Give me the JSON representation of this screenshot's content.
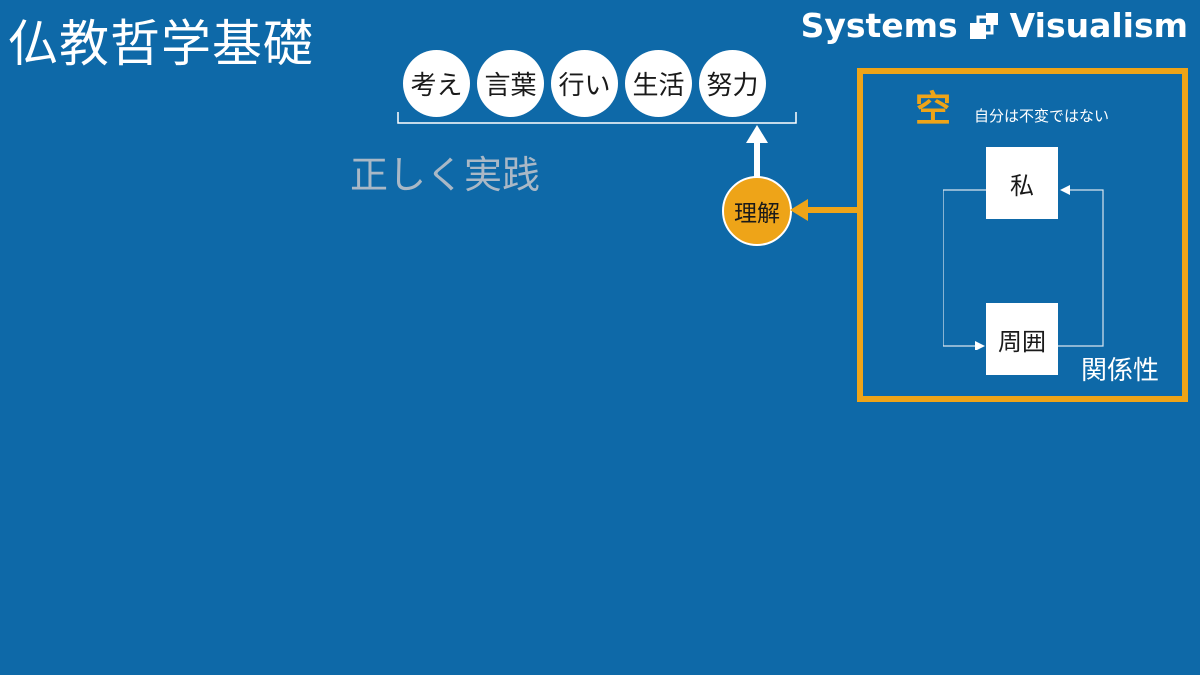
{
  "title": "仏教哲学基礎",
  "brand": {
    "name": "Systems Visualism",
    "left_text": "Systems",
    "right_text": "Visualism",
    "icon": "flowchart-icon"
  },
  "practices": [
    "考え",
    "言葉",
    "行い",
    "生活",
    "努力"
  ],
  "practice_label": "正しく実践",
  "understanding": "理解",
  "emptiness": {
    "heading": "空",
    "description": "自分は不変ではない",
    "nodes": {
      "self": "私",
      "surroundings": "周囲"
    },
    "relation_label": "関係性"
  },
  "colors": {
    "background": "#0e69a8",
    "accent": "#eea418",
    "white": "#ffffff",
    "muted_text": "#a9b8c6"
  }
}
